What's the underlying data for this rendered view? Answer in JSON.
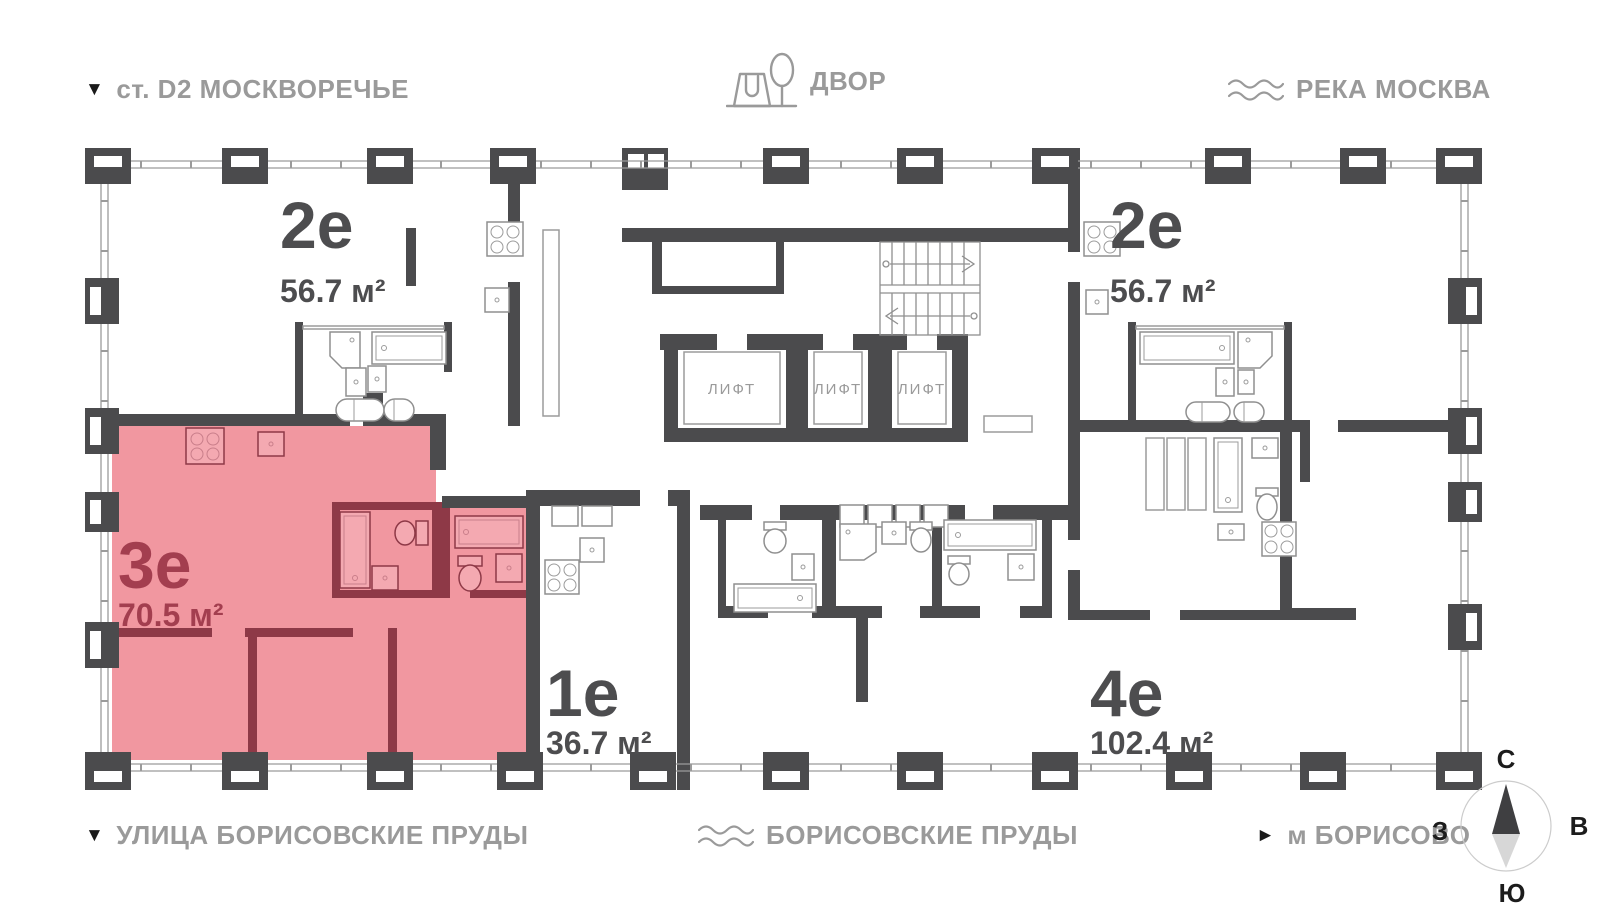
{
  "landmarks": {
    "top_left": "ст. D2 МОСКВОРЕЧЬЕ",
    "top_center": "ДВОР",
    "top_right": "РЕКА МОСКВА",
    "bottom_left": "УЛИЦА БОРИСОВСКИЕ ПРУДЫ",
    "bottom_center": "БОРИСОВСКИЕ ПРУДЫ",
    "bottom_right": "м БОРИСОВО"
  },
  "apartments": {
    "a2e_left": {
      "name": "2е",
      "area": "56.7 м²",
      "highlighted": false
    },
    "a2e_right": {
      "name": "2е",
      "area": "56.7 м²",
      "highlighted": false
    },
    "a3e": {
      "name": "3е",
      "area": "70.5 м²",
      "highlighted": true
    },
    "a1e": {
      "name": "1е",
      "area": "36.7 м²",
      "highlighted": false
    },
    "a4e": {
      "name": "4е",
      "area": "102.4 м²",
      "highlighted": false
    }
  },
  "elevators": {
    "labels": [
      "ЛИФТ",
      "ЛИФТ",
      "ЛИФТ"
    ]
  },
  "compass": {
    "n": "С",
    "e": "В",
    "w": "З",
    "s": "Ю"
  },
  "colors": {
    "wall": "#4b4b4d",
    "highlight": "#f197a0",
    "highlight_wall": "#8e3947",
    "highlight_text": "#a33e4f",
    "label_gray": "#9a9a9a",
    "label_dark": "#4d4d4f",
    "marker_black": "#1a1a1a"
  }
}
